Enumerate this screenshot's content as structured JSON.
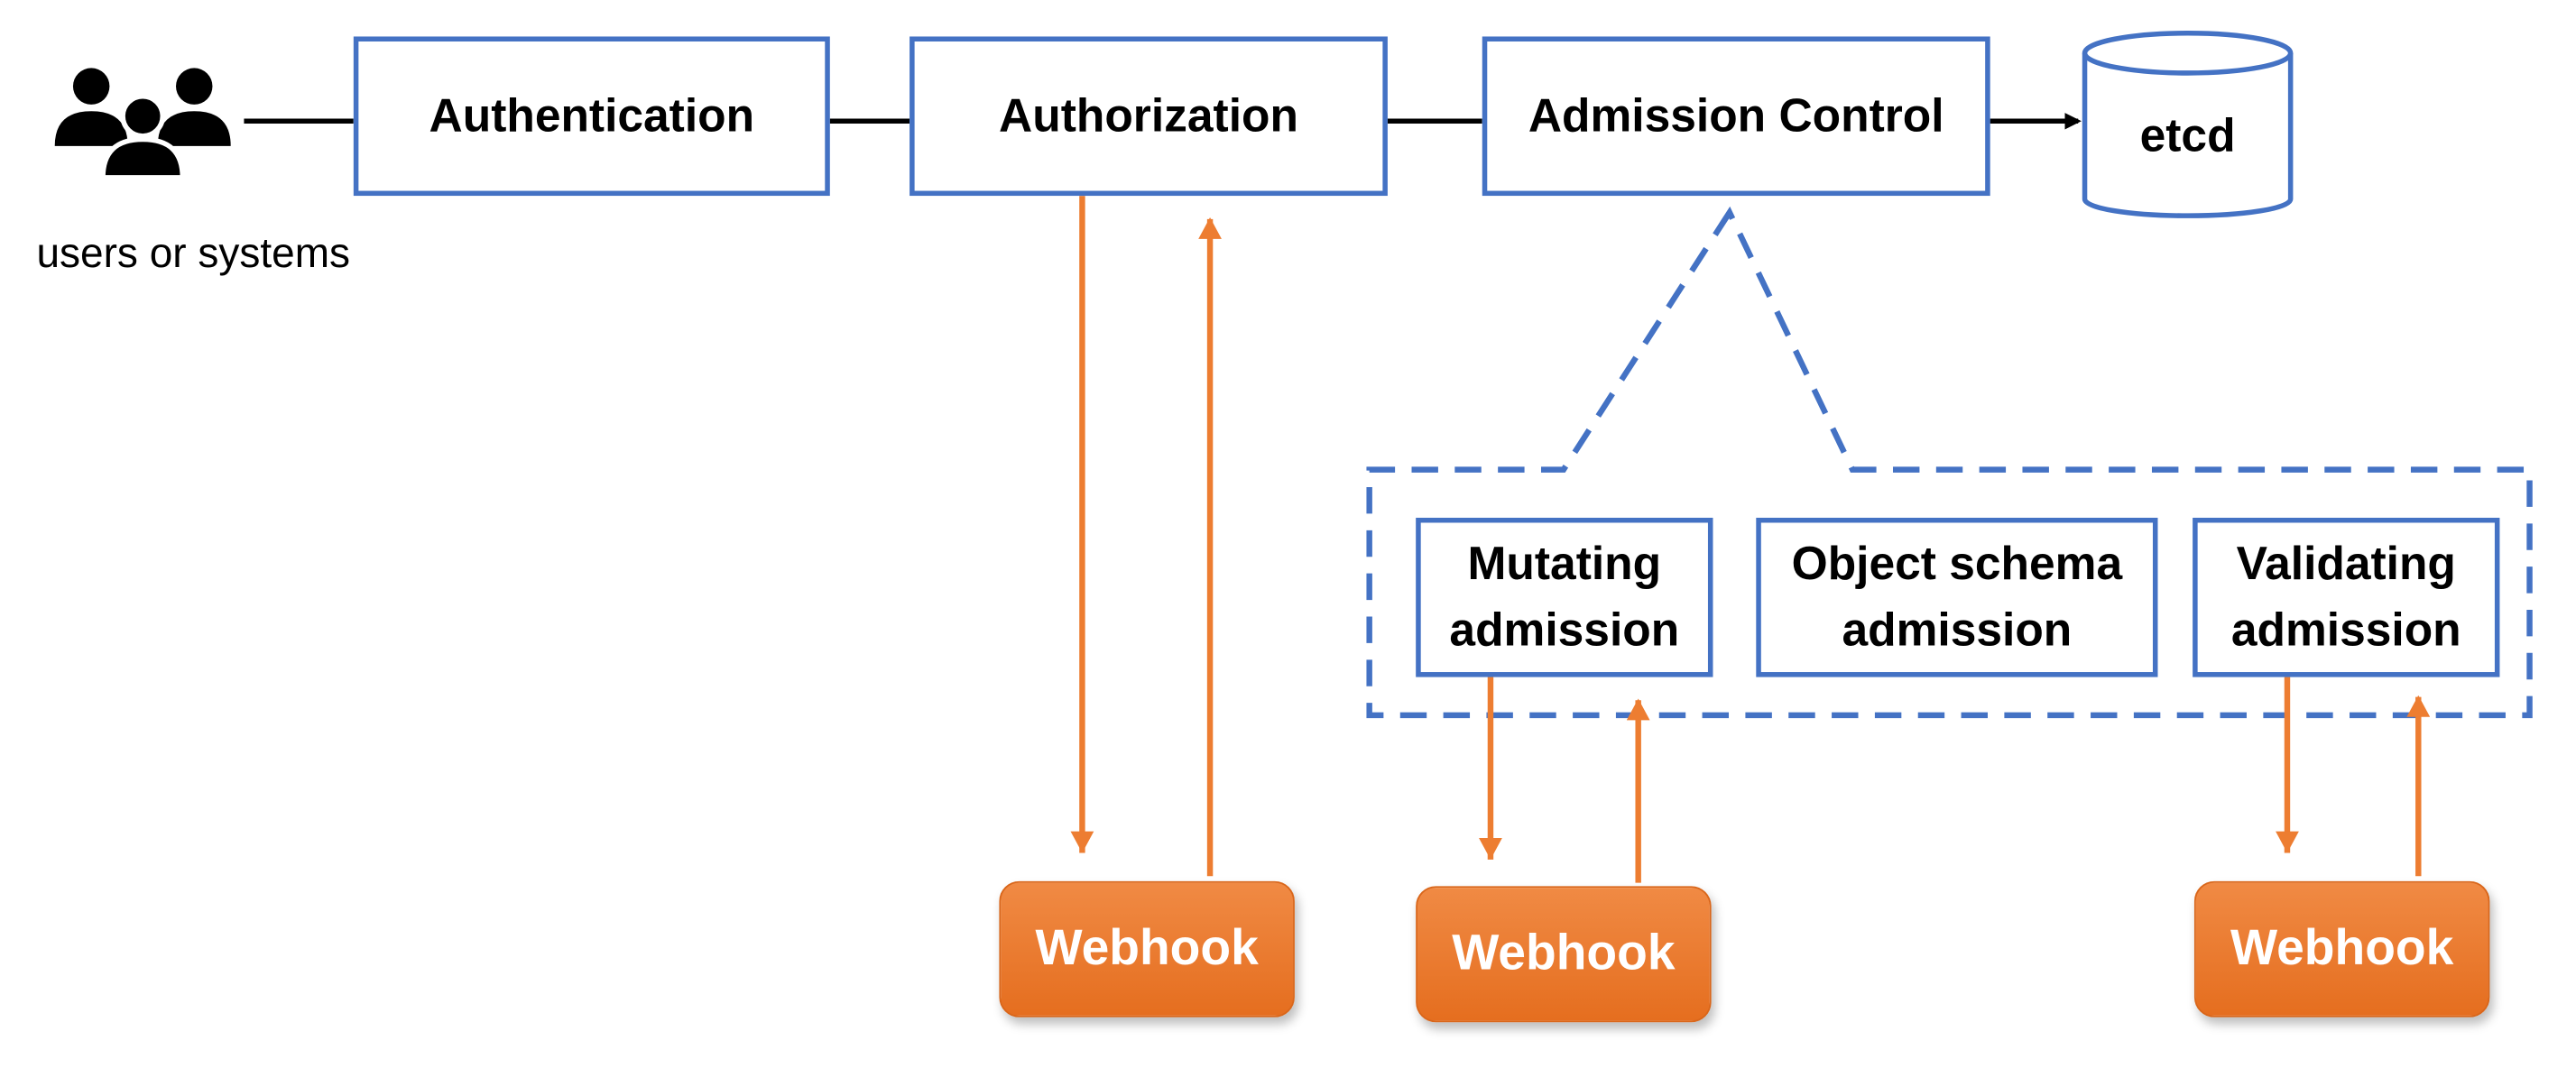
{
  "actor": {
    "icon": "users-icon",
    "caption": "users or systems"
  },
  "pipeline": {
    "authentication": "Authentication",
    "authorization": "Authorization",
    "admission_control": "Admission Control",
    "etcd": "etcd"
  },
  "admission_stages": {
    "mutating": "Mutating\nadmission",
    "object_schema": "Object schema\nadmission",
    "validating": "Validating\nadmission"
  },
  "webhooks": {
    "authorization": "Webhook",
    "mutating": "Webhook",
    "validating": "Webhook"
  },
  "colors": {
    "box_border": "#4472c4",
    "webhook_fill": "#ed7d31",
    "connector": "#000000"
  }
}
